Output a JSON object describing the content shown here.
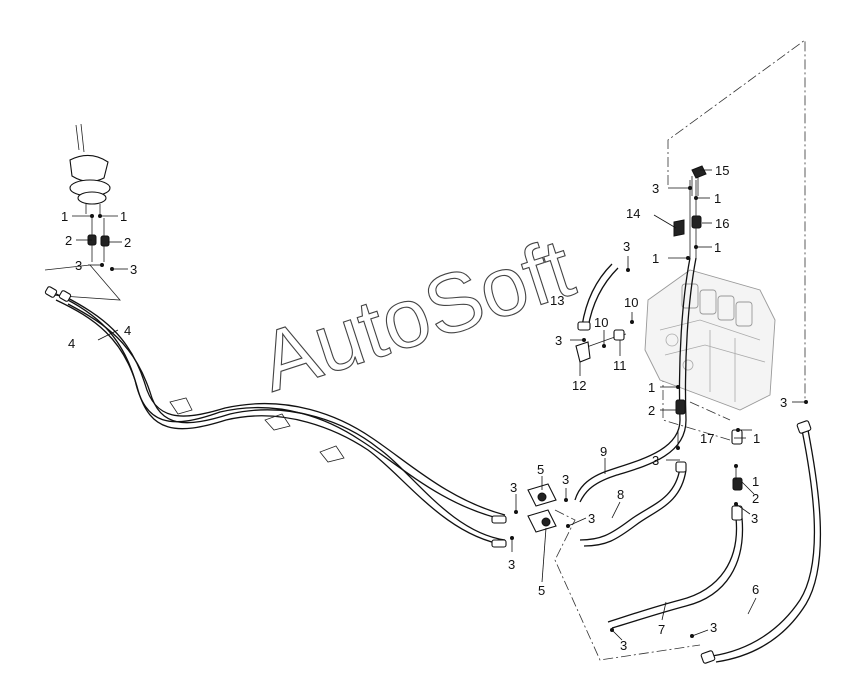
{
  "watermark": "AutoSoft",
  "callouts": [
    {
      "id": "c1a",
      "text": "1"
    },
    {
      "id": "c1b",
      "text": "1"
    },
    {
      "id": "c2a",
      "text": "2"
    },
    {
      "id": "c2b",
      "text": "2"
    },
    {
      "id": "c3a",
      "text": "3"
    },
    {
      "id": "c3b",
      "text": "3"
    },
    {
      "id": "c4a",
      "text": "4"
    },
    {
      "id": "c4b",
      "text": "4"
    },
    {
      "id": "c15",
      "text": "15"
    },
    {
      "id": "c3c",
      "text": "3"
    },
    {
      "id": "c1c",
      "text": "1"
    },
    {
      "id": "c14",
      "text": "14"
    },
    {
      "id": "c16",
      "text": "16"
    },
    {
      "id": "c3d",
      "text": "3"
    },
    {
      "id": "c1d",
      "text": "1"
    },
    {
      "id": "c1e",
      "text": "1"
    },
    {
      "id": "c13",
      "text": "13"
    },
    {
      "id": "c10a",
      "text": "10"
    },
    {
      "id": "c10b",
      "text": "10"
    },
    {
      "id": "c3e",
      "text": "3"
    },
    {
      "id": "c11",
      "text": "11"
    },
    {
      "id": "c12",
      "text": "12"
    },
    {
      "id": "c1f",
      "text": "1"
    },
    {
      "id": "c2c",
      "text": "2"
    },
    {
      "id": "c3f",
      "text": "3"
    },
    {
      "id": "c17",
      "text": "17"
    },
    {
      "id": "c1g",
      "text": "1"
    },
    {
      "id": "c9",
      "text": "9"
    },
    {
      "id": "c3g",
      "text": "3"
    },
    {
      "id": "c5a",
      "text": "5"
    },
    {
      "id": "c3h",
      "text": "3"
    },
    {
      "id": "c3i",
      "text": "3"
    },
    {
      "id": "c8",
      "text": "8"
    },
    {
      "id": "c1h",
      "text": "1"
    },
    {
      "id": "c2d",
      "text": "2"
    },
    {
      "id": "c3j",
      "text": "3"
    },
    {
      "id": "c3k",
      "text": "3"
    },
    {
      "id": "c3l",
      "text": "3"
    },
    {
      "id": "c5b",
      "text": "5"
    },
    {
      "id": "c6",
      "text": "6"
    },
    {
      "id": "c7",
      "text": "7"
    },
    {
      "id": "c3m",
      "text": "3"
    },
    {
      "id": "c3n",
      "text": "3"
    }
  ]
}
